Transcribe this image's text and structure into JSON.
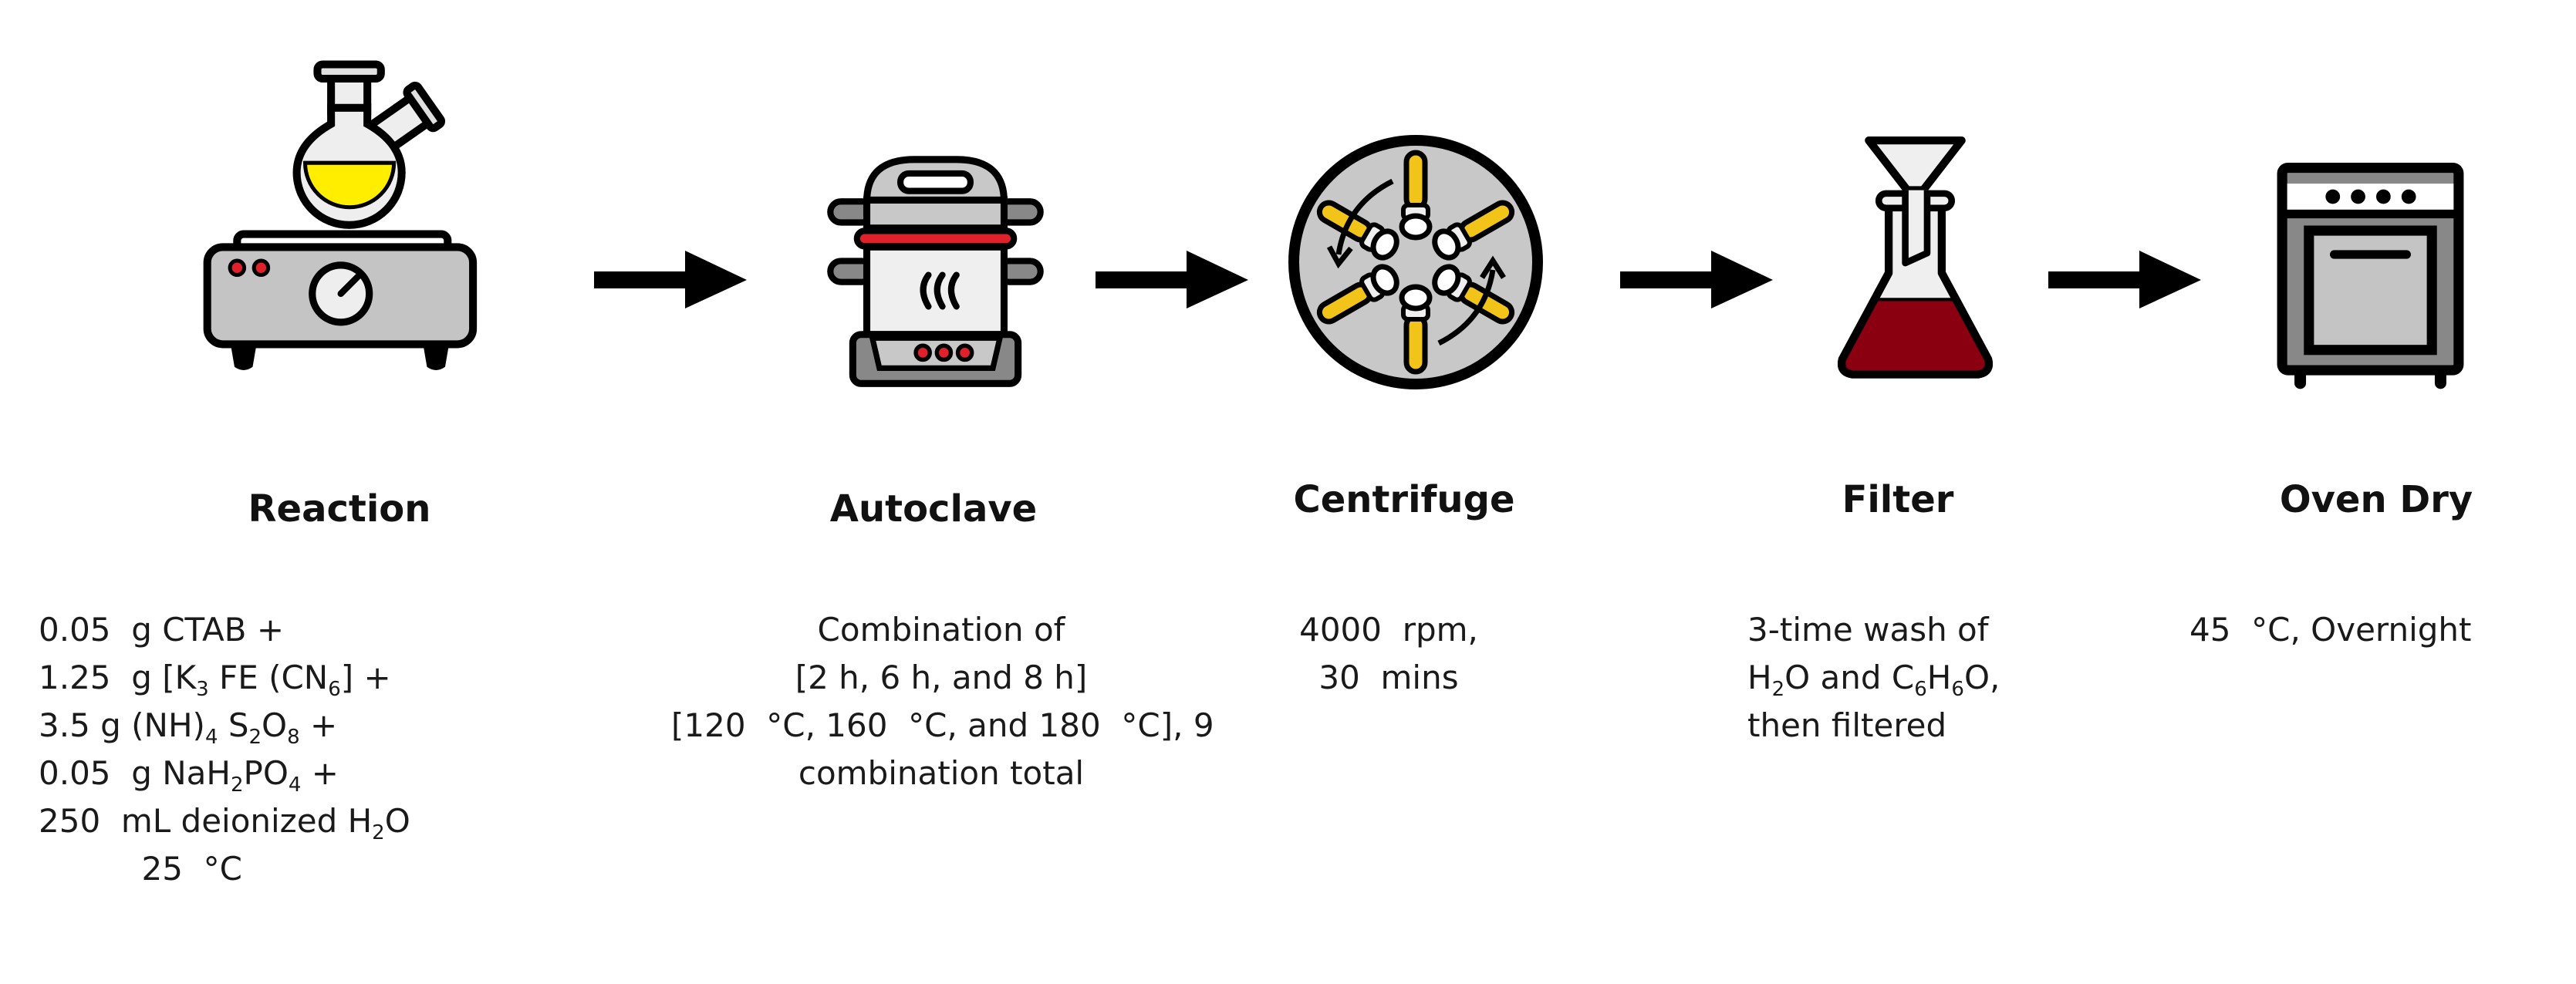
{
  "figure": {
    "background": "#ffffff",
    "steps": [
      {
        "title": "Reaction",
        "icon": "hotplate-flask-icon",
        "lines": [
          {
            "parts": [
              {
                "t": "0.05  g CTAB +"
              }
            ]
          },
          {
            "parts": [
              {
                "t": "1.25  g [K"
              },
              {
                "sub": "3"
              },
              {
                "t": " FE (CN"
              },
              {
                "sub": "6"
              },
              {
                "t": "] +"
              }
            ]
          },
          {
            "parts": [
              {
                "t": "3.5 g (NH)"
              },
              {
                "sub": "4"
              },
              {
                "t": " S"
              },
              {
                "sub": "2"
              },
              {
                "t": "O"
              },
              {
                "sub": "8"
              },
              {
                "t": " +"
              }
            ]
          },
          {
            "parts": [
              {
                "t": "0.05  g NaH"
              },
              {
                "sub": "2"
              },
              {
                "t": "PO"
              },
              {
                "sub": "4"
              },
              {
                "t": " +"
              }
            ]
          },
          {
            "parts": [
              {
                "t": "250  mL deionized H"
              },
              {
                "sub": "2"
              },
              {
                "t": "O"
              }
            ]
          },
          {
            "parts": [
              {
                "t": "          25  °C"
              }
            ]
          }
        ],
        "colors": {
          "liquid": "#ffee00",
          "body": "#c4c4c4",
          "leds": "#e0202a"
        }
      },
      {
        "title": "Autoclave",
        "icon": "autoclave-icon",
        "lines": [
          {
            "parts": [
              {
                "t": "Combination of"
              }
            ]
          },
          {
            "parts": [
              {
                "t": "[2 h, 6 h, and 8 h]"
              }
            ]
          },
          {
            "parts": [
              {
                "t": "[120  °C, 160  °C, and 180  °C], 9"
              }
            ]
          },
          {
            "parts": [
              {
                "t": "combination total"
              }
            ]
          }
        ],
        "colors": {
          "seal": "#e0202a",
          "body": "#c4c4c4"
        }
      },
      {
        "title": "Centrifuge",
        "icon": "centrifuge-icon",
        "lines": [
          {
            "parts": [
              {
                "t": "4000  rpm,"
              }
            ]
          },
          {
            "parts": [
              {
                "t": "30  mins"
              }
            ]
          }
        ],
        "colors": {
          "tubes": "#f2c318",
          "rotor": "#c8c8c8"
        }
      },
      {
        "title": "Filter",
        "icon": "funnel-flask-icon",
        "lines": [
          {
            "parts": [
              {
                "t": "3-time wash of"
              }
            ]
          },
          {
            "parts": [
              {
                "t": "H"
              },
              {
                "sub": "2"
              },
              {
                "t": "O and C"
              },
              {
                "sub": "6"
              },
              {
                "t": "H"
              },
              {
                "sub": "6"
              },
              {
                "t": "O,"
              }
            ]
          },
          {
            "parts": [
              {
                "t": "then filtered"
              }
            ]
          }
        ],
        "colors": {
          "liquid": "#8a0010"
        }
      },
      {
        "title": "Oven Dry",
        "icon": "oven-icon",
        "lines": [
          {
            "parts": [
              {
                "t": "45  °C, Overnight"
              }
            ]
          }
        ],
        "colors": {
          "body": "#888888",
          "door": "#c4c4c4"
        }
      }
    ],
    "arrows": [
      "arrow-right-icon",
      "arrow-right-icon",
      "arrow-right-icon",
      "arrow-right-icon"
    ]
  }
}
